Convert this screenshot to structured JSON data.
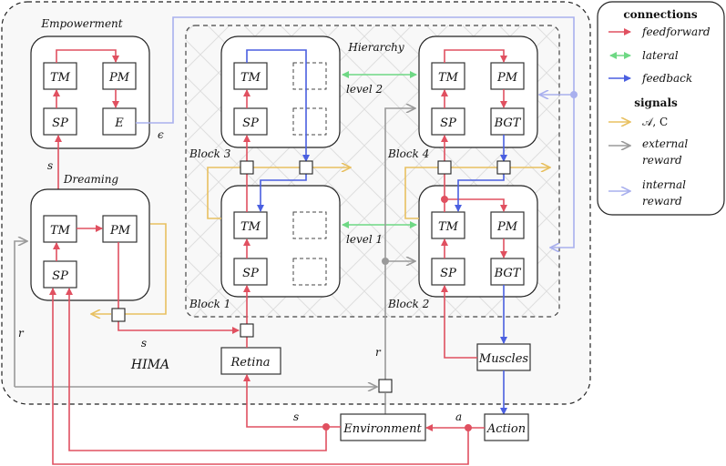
{
  "colors": {
    "feedforward": "#e05060",
    "lateral": "#6ed884",
    "feedback": "#4a5fe0",
    "signals": "#e8c060",
    "external_reward": "#9a9a9a",
    "internal_reward": "#a9b0ee"
  },
  "system_label": "HIMA",
  "hierarchy_label": "Hierarchy",
  "empowerment": {
    "title": "Empowerment",
    "modules": [
      "TM",
      "PM",
      "SP",
      "E"
    ],
    "output_label": "ϵ"
  },
  "dreaming": {
    "title": "Dreaming",
    "modules": [
      "TM",
      "PM",
      "SP"
    ]
  },
  "blocks": [
    {
      "name": "Block 3",
      "modules": [
        "TM",
        "SP"
      ]
    },
    {
      "name": "Block 4",
      "modules": [
        "TM",
        "PM",
        "SP",
        "BGT"
      ]
    },
    {
      "name": "Block 1",
      "modules": [
        "TM",
        "SP"
      ]
    },
    {
      "name": "Block 2",
      "modules": [
        "TM",
        "PM",
        "SP",
        "BGT"
      ]
    }
  ],
  "levels": [
    "level 2",
    "level 1"
  ],
  "io": {
    "retina": "Retina",
    "muscles": "Muscles",
    "environment": "Environment",
    "action": "Action"
  },
  "edge_labels": {
    "s_empowerment": "s",
    "s_dreaming": "s",
    "s_env": "s",
    "r_left": "r",
    "r_env": "r",
    "a_action": "a"
  },
  "legend": {
    "connections_title": "connections",
    "connections": [
      {
        "label": "feedforward",
        "color": "#e05060",
        "style": "solid-head"
      },
      {
        "label": "lateral",
        "color": "#6ed884",
        "style": "double-head"
      },
      {
        "label": "feedback",
        "color": "#4a5fe0",
        "style": "solid-head"
      }
    ],
    "signals_title": "signals",
    "signals": [
      {
        "label": "𝒜, C",
        "color": "#e8c060",
        "style": "open-head"
      },
      {
        "label_lines": [
          "external",
          "reward"
        ],
        "color": "#9a9a9a",
        "style": "open-head"
      },
      {
        "label_lines": [
          "internal",
          "reward"
        ],
        "color": "#a9b0ee",
        "style": "open-head"
      }
    ]
  }
}
